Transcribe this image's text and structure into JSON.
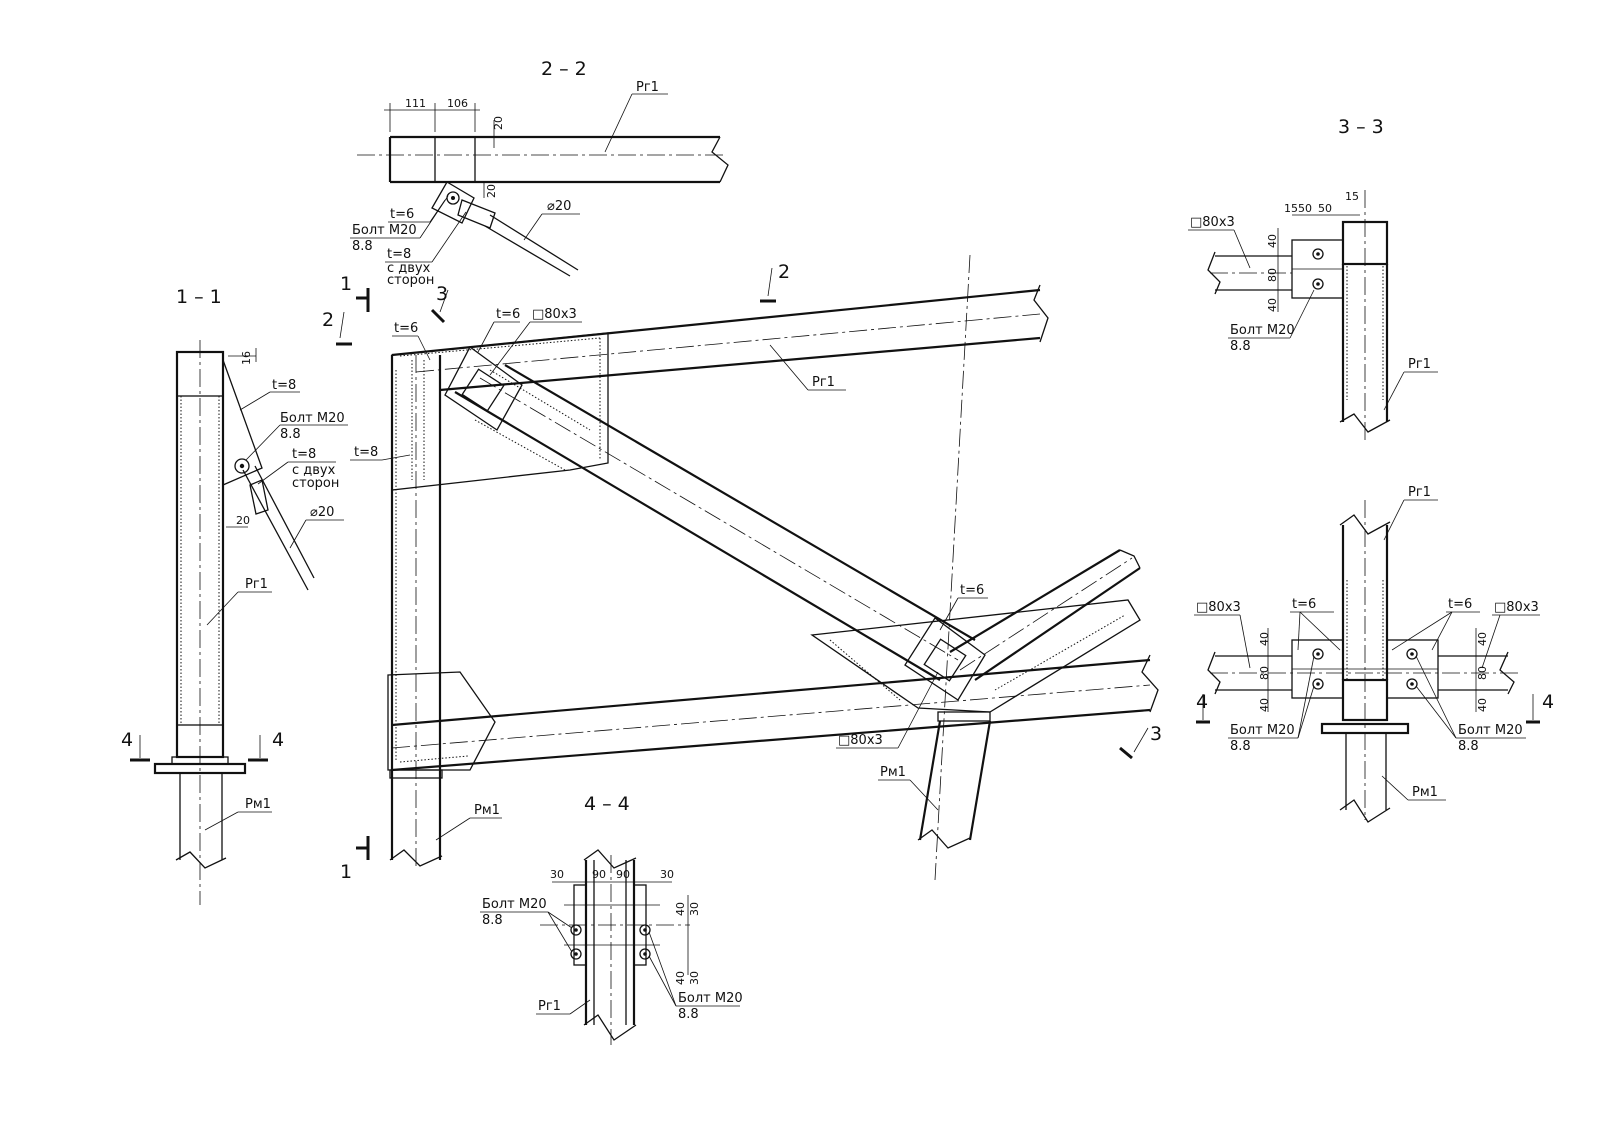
{
  "sections": {
    "s11": "1 – 1",
    "s22": "2 – 2",
    "s33": "3 – 3",
    "s44": "4 – 4"
  },
  "labels": {
    "rg1": "Рг1",
    "rm1": "Рм1",
    "t6": "t=6",
    "t8": "t=8",
    "tube": "□80х3",
    "bolt": "Болт М20",
    "grade": "8.8",
    "both_sides_1": "с двух",
    "both_sides_2": "сторон",
    "rod": "⌀20"
  },
  "cut_marks": {
    "one": "1",
    "two": "2",
    "three": "3",
    "four": "4"
  },
  "dims": {
    "d111": "111",
    "d106": "106",
    "d20": "20",
    "d16": "16",
    "d15": "15",
    "d50": "50",
    "d40": "40",
    "d80": "80",
    "d30": "30",
    "d90": "90"
  }
}
